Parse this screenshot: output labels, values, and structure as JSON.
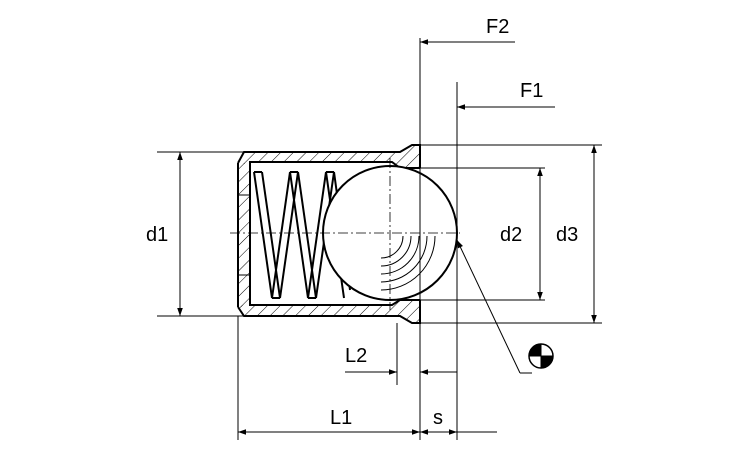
{
  "labels": {
    "F2": "F2",
    "F1": "F1",
    "d1": "d1",
    "d2": "d2",
    "d3": "d3",
    "L2": "L2",
    "L1": "L1",
    "s": "s"
  },
  "icons": {
    "center_of_gravity": "center-of-gravity-symbol"
  }
}
